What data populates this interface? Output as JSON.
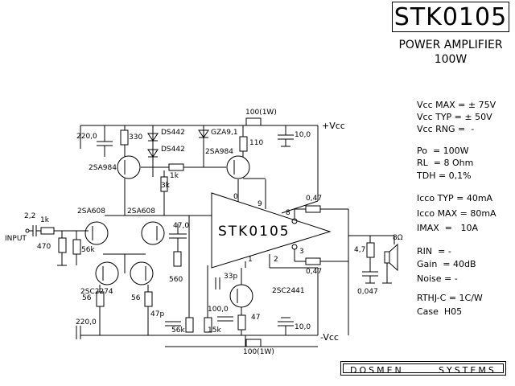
{
  "title": "STK0105",
  "subtitle": "POWER AMPLIFIER",
  "power": "100W",
  "specs": [
    "Vcc MAX = ± 75V",
    "Vcc TYP = ± 50V",
    "Vcc RNG =  -",
    "Po  = 100W",
    "RL  = 8 Ohm",
    "TDH = 0,1%",
    "Icco TYP = 40mA",
    "Icco MAX = 80mA",
    "IMAX  =   10A",
    "RIN  = -",
    "Gain  = 40dB",
    "Noise = -",
    "RTHJ-C = 1C/W",
    "Case  H05"
  ],
  "footer": {
    "left": "DOSMEN",
    "right": "SYSTEMS"
  },
  "ic_label": "STK0105",
  "labels": {
    "r100_top": "100(1W)",
    "vcc_pos": "+Vcc",
    "vcc_neg": "-Vcc",
    "r100_bot": "100(1W)",
    "c220_top": "220,0",
    "r330": "330",
    "ds442_a": "DS442",
    "ds442_b": "DS442",
    "gza": "GZA9,1",
    "r110": "110",
    "c10_top": "10,0",
    "q_2sa984_l": "2SA984",
    "q_2sa984_r": "2SA984",
    "r1k_mid": "1k",
    "r3k": "3k",
    "pin0": "0",
    "pin9": "9",
    "pin8": "8",
    "r047_top": "0,47",
    "r047_bot": "0,47",
    "pin3": "3",
    "pin1": "1",
    "pin2": "2",
    "q_2sa608_l": "2SA608",
    "q_2sa608_r": "2SA608",
    "c22": "2,2",
    "r1k_in": "1k",
    "input": "INPUT",
    "r470": "470",
    "r56k": "56k",
    "c47_0": "47,0",
    "r560": "560",
    "r47": "4,7",
    "c0047": "0,047",
    "spk": "8Ω",
    "q_2sc2274": "2SC2274",
    "q_2sc2441": "2SC2441",
    "c33p": "33p",
    "r56_a": "56",
    "r56_b": "56",
    "c47p": "47p",
    "c100": "100,0",
    "r47b": "47",
    "c220_bot": "220,0",
    "r56k_b": "56k",
    "r15k": "15k",
    "c10_bot": "10,0"
  }
}
